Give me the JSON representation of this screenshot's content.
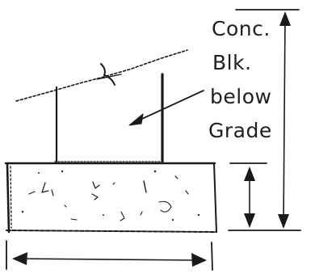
{
  "annotation": {
    "lines": [
      "Conc.",
      "Blk.",
      "below",
      "Grade"
    ]
  },
  "colors": {
    "ink": "#1a1a1a",
    "paper": "#ffffff"
  }
}
